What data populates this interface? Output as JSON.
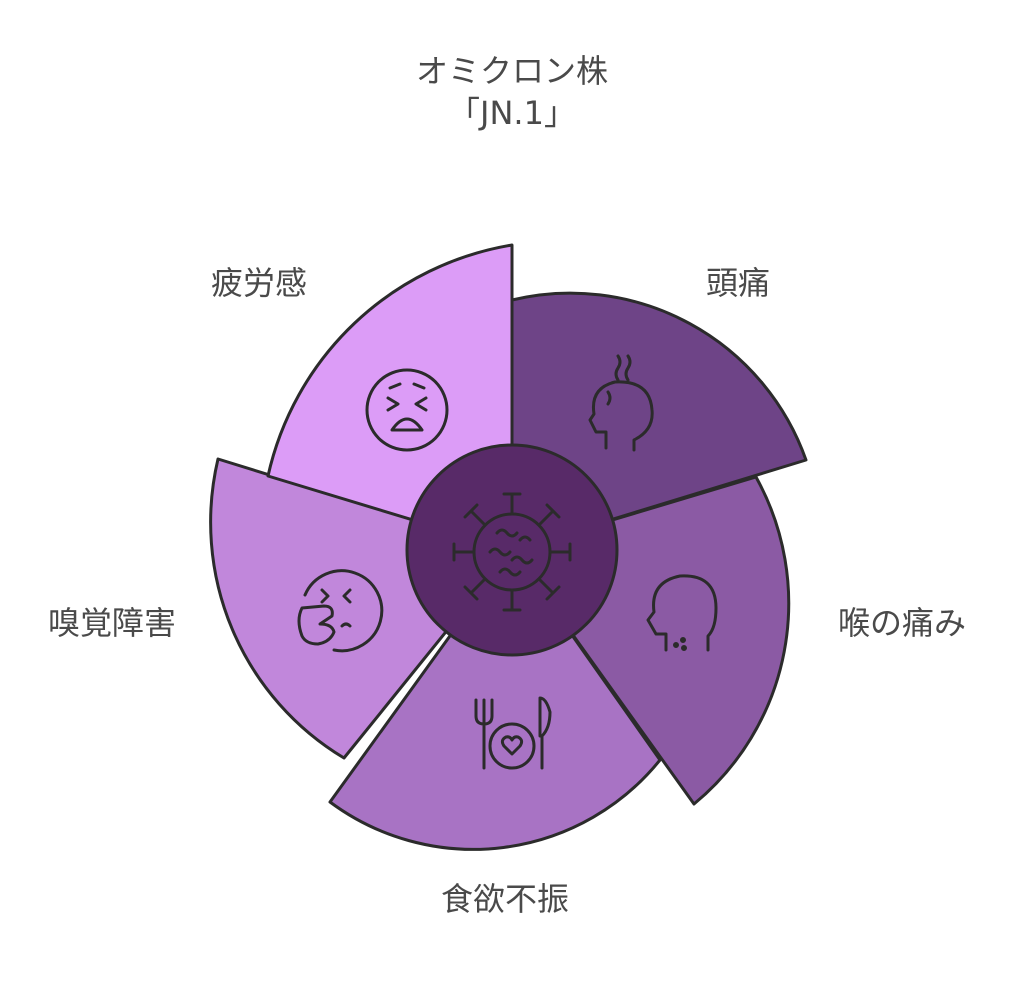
{
  "diagram": {
    "title_line1": "オミクロン株",
    "title_line2": "「JN.1」",
    "center_icon": "virus-icon",
    "segments": [
      {
        "label": "頭痛",
        "icon": "headache-head-icon",
        "color": "#6e4487"
      },
      {
        "label": "喉の痛み",
        "icon": "sore-throat-head-icon",
        "color": "#8b5aa4"
      },
      {
        "label": "食欲不振",
        "icon": "plate-cutlery-icon",
        "color": "#a873c4"
      },
      {
        "label": "嗅覚障害",
        "icon": "sneezing-face-icon",
        "color": "#c187db"
      },
      {
        "label": "疲労感",
        "icon": "tired-face-icon",
        "color": "#dc9cf7"
      }
    ],
    "center_color": "#582a68",
    "outline_color": "#2b2b2b"
  }
}
